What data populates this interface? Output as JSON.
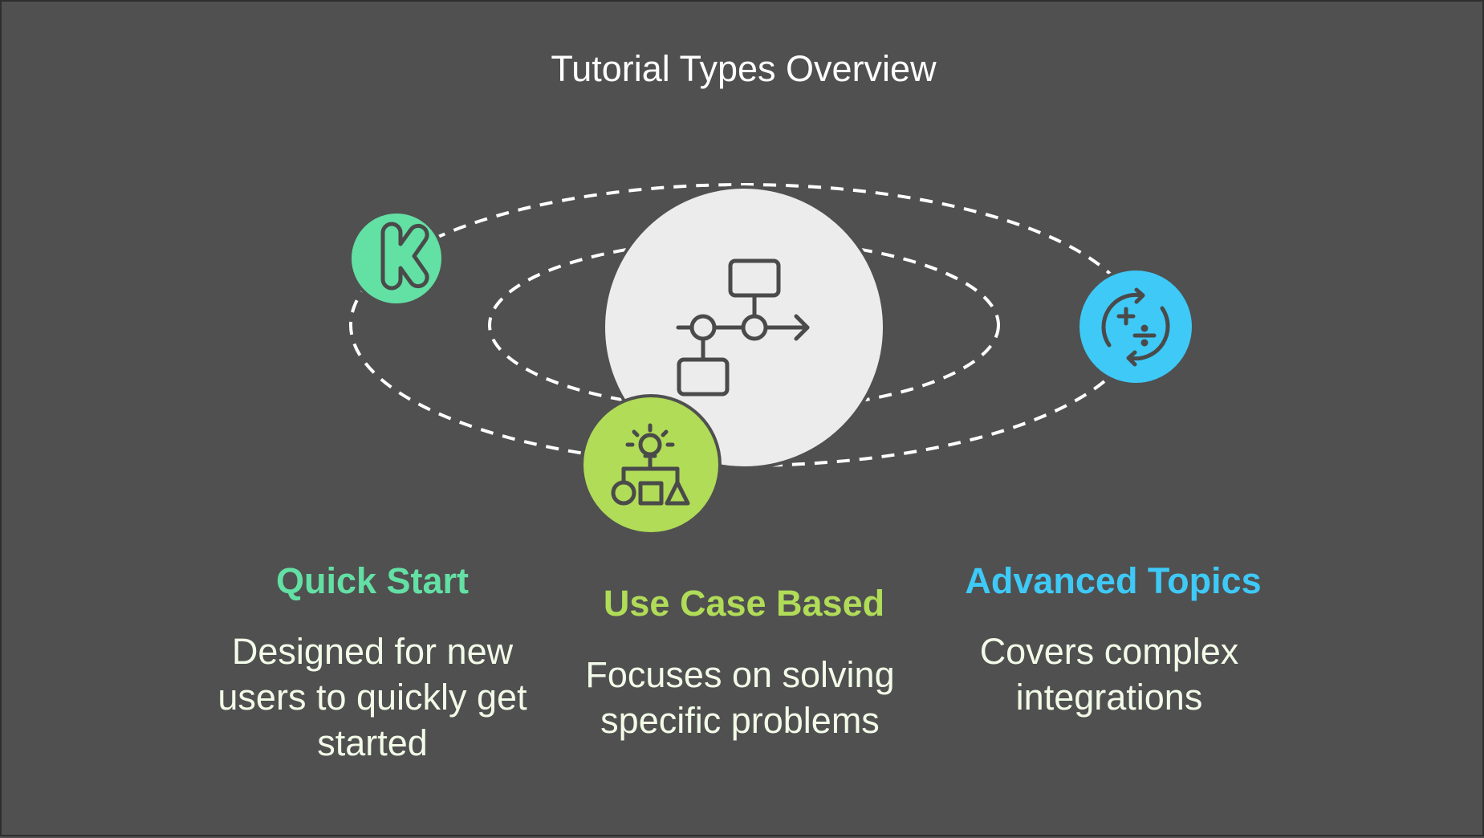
{
  "title": "Tutorial Types Overview",
  "center": {
    "icon": "workflow-diagram-icon"
  },
  "topics": [
    {
      "heading": "Quick Start",
      "description": "Designed for new users to quickly get started",
      "icon": "kickstarter-k-icon",
      "color": "#63e0a4"
    },
    {
      "heading": "Use Case Based",
      "description": "Focuses on solving specific problems",
      "icon": "lightbulb-shapes-icon",
      "color": "#b0dc58"
    },
    {
      "heading": "Advanced Topics",
      "description": "Covers complex integrations",
      "icon": "math-operations-cycle-icon",
      "color": "#3ec9f7"
    }
  ],
  "colors": {
    "background": "#505050",
    "center_circle": "#ececec",
    "icon_stroke": "#4a4a4a",
    "orbit": "#ffffff",
    "description_text": "#f2fbe8"
  }
}
